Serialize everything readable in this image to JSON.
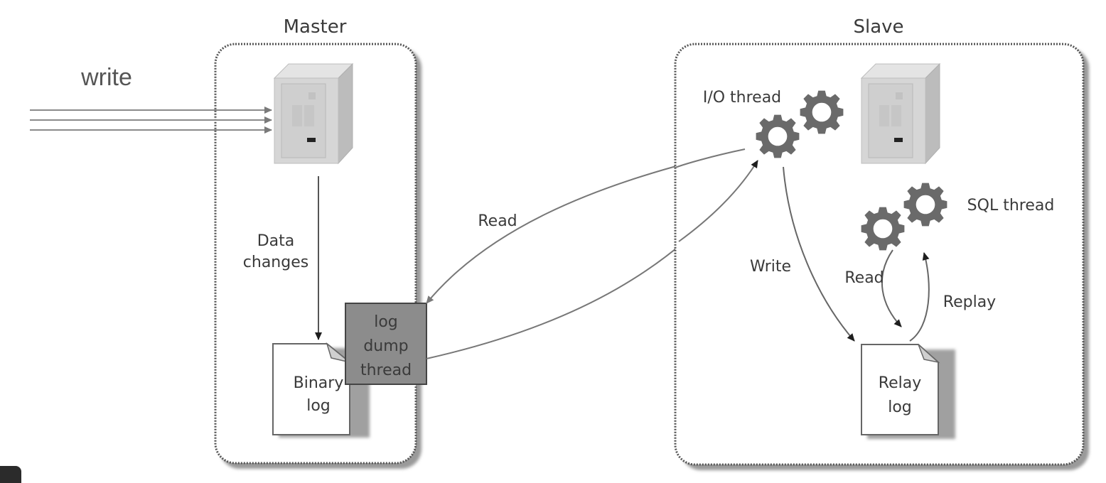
{
  "diagram": {
    "title": "MySQL master-slave replication",
    "master": {
      "title": "Master",
      "incoming_label": "write",
      "data_changes_label": [
        "Data",
        "changes"
      ],
      "binary_log_label": [
        "Binary",
        "log"
      ],
      "log_dump_thread_label": [
        "log",
        "dump",
        "thread"
      ]
    },
    "slave": {
      "title": "Slave",
      "io_thread_label": "I/O thread",
      "sql_thread_label": "SQL thread",
      "relay_log_label": [
        "Relay",
        "log"
      ],
      "write_label": "Write",
      "read_label": "Read",
      "replay_label": "Replay"
    },
    "network": {
      "read_label": "Read"
    },
    "colors": {
      "text": "#3a3a3a",
      "line": "#6e6e6e",
      "arrowhead": "#1e1e1e",
      "gear": "#6a6a6a",
      "dump_box": "#8c8c8c",
      "server_body": "#d4d4d4",
      "shadow": "#9a9a9a"
    }
  }
}
